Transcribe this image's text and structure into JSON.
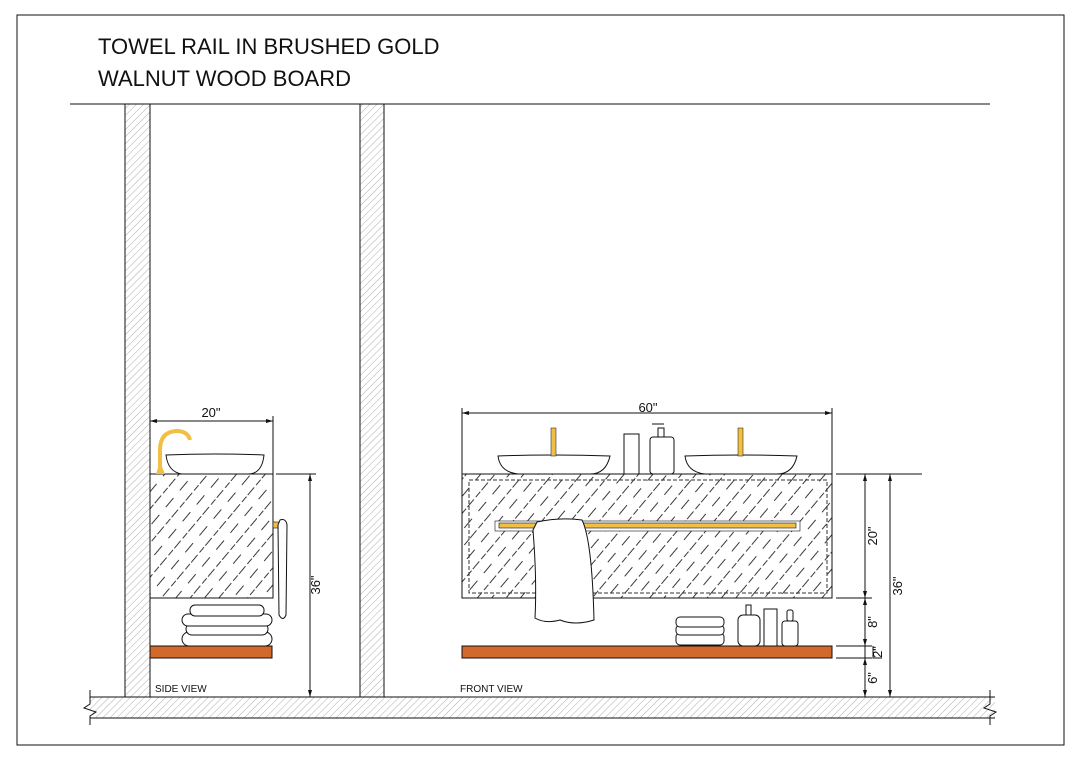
{
  "title": {
    "line1": "TOWEL RAIL IN BRUSHED GOLD",
    "line2": "WALNUT WOOD BOARD"
  },
  "side_view": {
    "label": "SIDE VIEW",
    "width_dim": "20\"",
    "height_dim": "36\""
  },
  "front_view": {
    "label": "FRONT VIEW",
    "width_dim": "60\"",
    "cabinet_height_dim": "20\"",
    "gap_dim": "8\"",
    "shelf_thickness_dim": "2\"",
    "shelf_height_dim": "6\"",
    "total_height_dim": "36\""
  },
  "colors": {
    "gold": "#f2bf45",
    "walnut": "#d2692a",
    "line": "#111111"
  }
}
